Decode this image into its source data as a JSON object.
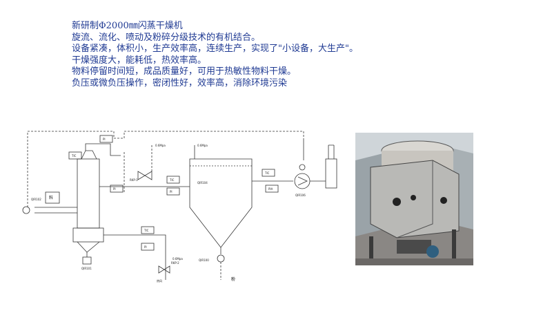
{
  "document": {
    "title": "新研制Φ2000㎜闪蒸干燥机",
    "lines": [
      "旋流、流化、喷动及粉碎分级技术的有机结合。",
      "设备紧凑，体积小，生产效率高，连续生产，实现了\"小设备，大生产\"。",
      "干燥强度大，能耗低，热效率高。",
      "物料停留时间短，成品质量好，可用于热敏性物料干燥。",
      "负压或微负压操作，密闭性好，效率高，消除环境污染"
    ]
  },
  "diagram": {
    "labels": {
      "feed": "料",
      "product": "粉",
      "hot_air": "热风",
      "vessel_tag": "QIR100",
      "cyclone_tag": "QIR104",
      "fan_tag": "QIR106",
      "feeder_tag": "QIR102",
      "bottom_tag": "QIR101",
      "valve_tag_1": "RKP-1",
      "valve_tag_2": "RKP-2",
      "pressure_1": "0.6Mpa",
      "pressure_2": "0.6Mpa",
      "pressure_3": "0.6Mpa",
      "pi_1": "PI",
      "pi_2": "PI",
      "pi_3": "PI",
      "pi_4": "PI",
      "ti_1": "TIC",
      "ti_2": "TIC",
      "ti_3": "TIC",
      "ti_4": "TIC",
      "pia": "PIA"
    },
    "colors": {
      "line": "#333333"
    }
  },
  "photo": {
    "colors": {
      "steel": "#b9b9b6",
      "frame": "#3a3a3a",
      "sky": "#cfd5d9"
    }
  }
}
